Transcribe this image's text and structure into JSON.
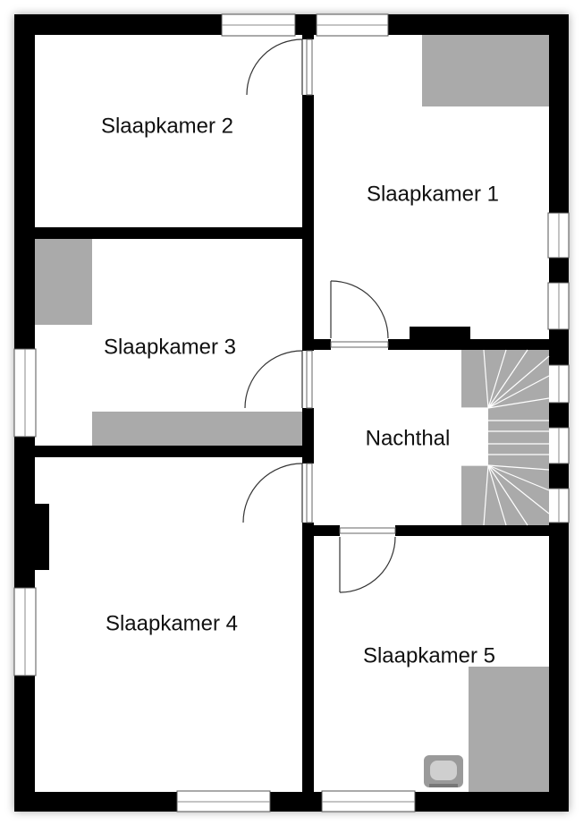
{
  "floorplan": {
    "rooms": [
      {
        "id": "slaapkamer-2",
        "label": "Slaapkamer 2"
      },
      {
        "id": "slaapkamer-1",
        "label": "Slaapkamer 1"
      },
      {
        "id": "slaapkamer-3",
        "label": "Slaapkamer 3"
      },
      {
        "id": "nachthal",
        "label": "Nachthal"
      },
      {
        "id": "slaapkamer-4",
        "label": "Slaapkamer 4"
      },
      {
        "id": "slaapkamer-5",
        "label": "Slaapkamer 5"
      }
    ],
    "colors": {
      "wall": "#000000",
      "floor": "#ffffff",
      "furniture": "#aaaaaa",
      "background": "#ffffff"
    }
  }
}
